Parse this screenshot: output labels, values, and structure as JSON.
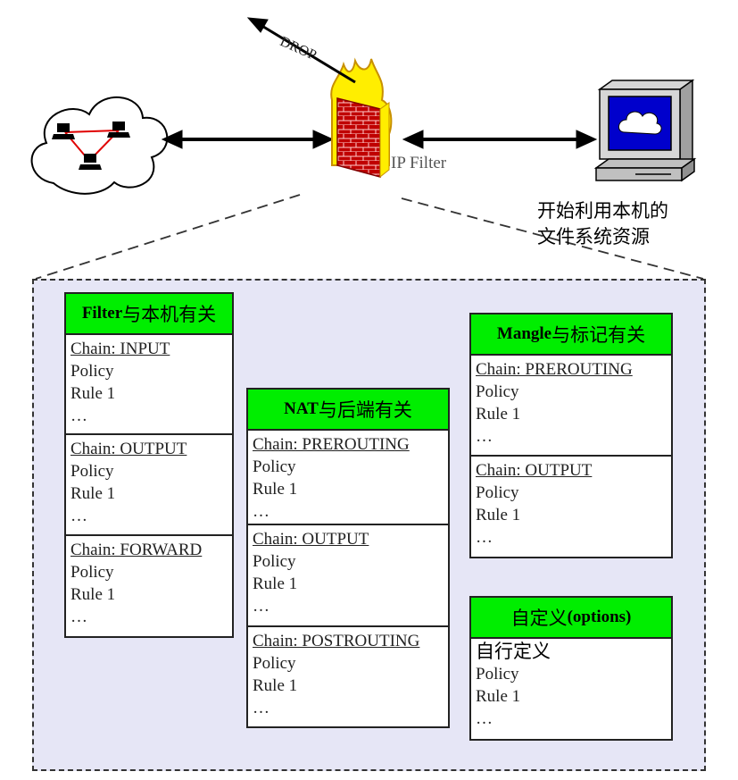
{
  "top": {
    "drop_label": "DROP",
    "ipfilter_label": "IP Filter",
    "pc_caption_line1": "开始利用本机的",
    "pc_caption_line2": "文件系统资源"
  },
  "colors": {
    "header_green": "#00ee00",
    "panel_bg": "#e6e6f6",
    "screen_blue": "#0000cc",
    "flame_yellow": "#ffee00",
    "brick_red": "#c00000"
  },
  "tables": {
    "filter": {
      "head_bold": "Filter",
      "head_text": "与本机有关",
      "chains": [
        {
          "name": "Chain: INPUT",
          "policy": "Policy",
          "rule": "Rule 1",
          "more": "…"
        },
        {
          "name": "Chain: OUTPUT",
          "policy": "Policy",
          "rule": "Rule 1",
          "more": "…"
        },
        {
          "name": "Chain: FORWARD",
          "policy": "Policy",
          "rule": "Rule 1",
          "more": "…"
        }
      ]
    },
    "nat": {
      "head_bold": "NAT",
      "head_text": " 与后端有关",
      "chains": [
        {
          "name": "Chain: PREROUTING",
          "policy": "Policy",
          "rule": "Rule 1",
          "more": "…"
        },
        {
          "name": "Chain: OUTPUT",
          "policy": "Policy",
          "rule": "Rule 1",
          "more": "…"
        },
        {
          "name": "Chain: POSTROUTING",
          "policy": "Policy",
          "rule": "Rule 1",
          "more": "…"
        }
      ]
    },
    "mangle": {
      "head_bold": "Mangle",
      "head_text": " 与标记有关",
      "chains": [
        {
          "name": "Chain: PREROUTING",
          "policy": "Policy",
          "rule": "Rule 1",
          "more": "…"
        },
        {
          "name": "Chain: OUTPUT",
          "policy": "Policy",
          "rule": "Rule 1",
          "more": "…"
        }
      ]
    },
    "custom": {
      "head_text": "自定义 ",
      "head_bold": "(options)",
      "chains": [
        {
          "name": "自行定义",
          "policy": "Policy",
          "rule": "Rule 1",
          "more": "…"
        }
      ]
    }
  }
}
